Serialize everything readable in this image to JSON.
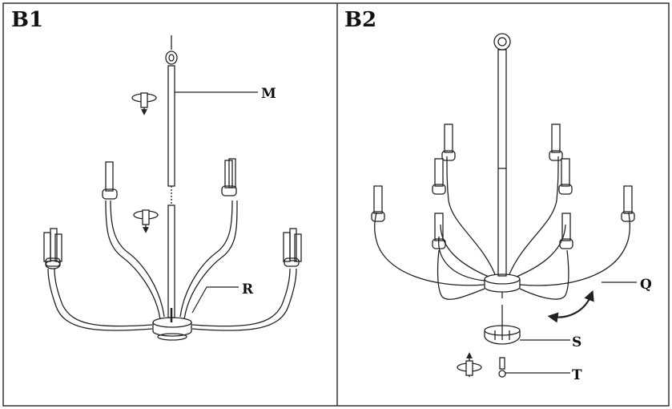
{
  "panels": [
    {
      "label": "B1"
    },
    {
      "label": "B2"
    }
  ],
  "parts": {
    "M": "M",
    "R": "R",
    "Q": "Q",
    "S": "S",
    "T": "T"
  },
  "icons": [
    "rotate-clockwise-down-icon",
    "rotate-clockwise-down-icon",
    "rotate-arc-arrow-icon",
    "rotate-clockwise-up-icon"
  ]
}
